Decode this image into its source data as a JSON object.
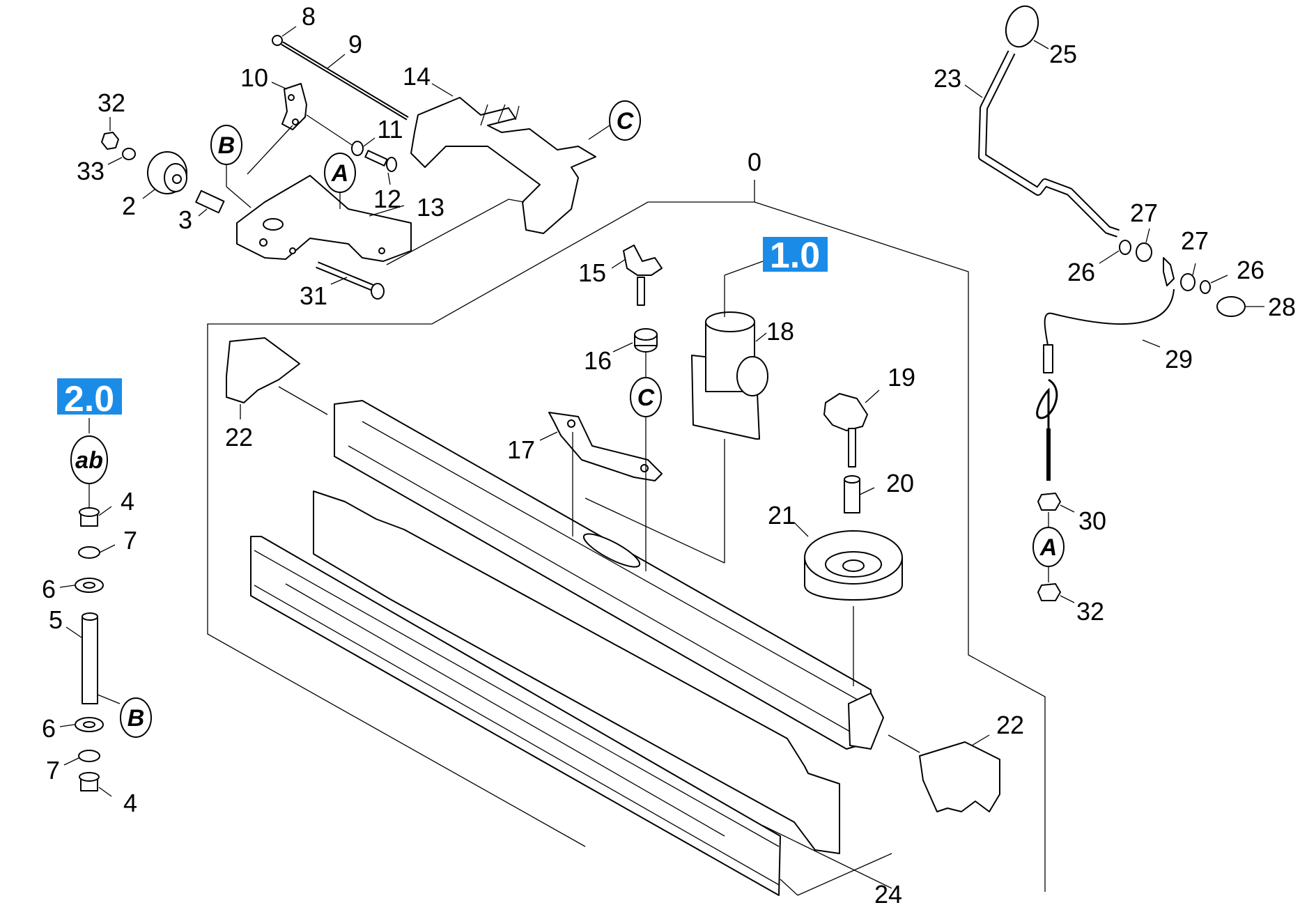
{
  "diagram": {
    "badges": {
      "badge_1": "1.0",
      "badge_2": "2.0"
    },
    "ref_letters": {
      "a": "A",
      "b": "B",
      "c": "C",
      "ab": "ab"
    },
    "part_numbers": {
      "p0": "0",
      "p2": "2",
      "p3": "3",
      "p4": "4",
      "p5": "5",
      "p6": "6",
      "p7": "7",
      "p8": "8",
      "p9": "9",
      "p10": "10",
      "p11": "11",
      "p12": "12",
      "p13": "13",
      "p14": "14",
      "p15": "15",
      "p16": "16",
      "p17": "17",
      "p18": "18",
      "p19": "19",
      "p20": "20",
      "p21": "21",
      "p22": "22",
      "p23": "23",
      "p24": "24",
      "p25": "25",
      "p26": "26",
      "p27": "27",
      "p28": "28",
      "p29": "29",
      "p30": "30",
      "p31": "31",
      "p32": "32",
      "p33": "33"
    },
    "colors": {
      "badge_fill": "#1a8ce8",
      "line": "#000000",
      "background": "#ffffff"
    }
  }
}
